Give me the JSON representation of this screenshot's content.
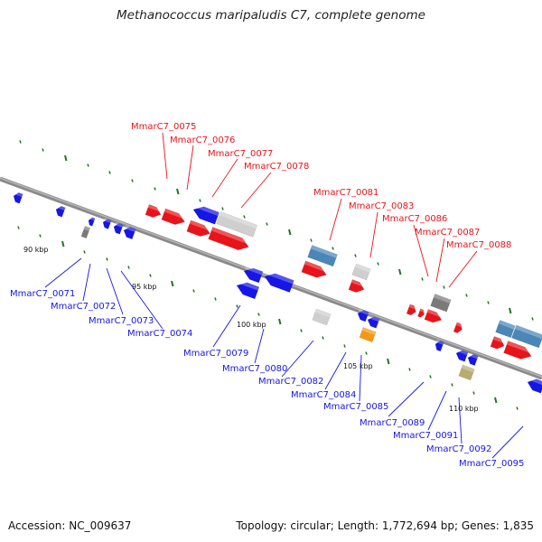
{
  "title": "Methanococcus maripaludis C7, complete genome",
  "footer": {
    "accession": "Accession: NC_009637",
    "topology": "Topology: circular; Length: 1,772,694 bp; Genes: 1,835"
  },
  "colors": {
    "forward": "#e8141a",
    "reverse": "#1616e6",
    "grey": "#7a7a7a",
    "light_grey": "#cfcfcf",
    "steel_blue": "#4a86b8",
    "orange": "#f39a12",
    "khaki": "#b8ac72",
    "tick_green": "#1c7a1c",
    "backbone": "#8a8a8a"
  },
  "scale_labels": [
    "90 kbp",
    "95 kbp",
    "100 kbp",
    "105 kbp",
    "110 kbp"
  ],
  "genes_top": [
    "MmarC7_0075",
    "MmarC7_0076",
    "MmarC7_0077",
    "MmarC7_0078",
    "MmarC7_0081",
    "MmarC7_0083",
    "MmarC7_0086",
    "MmarC7_0087",
    "MmarC7_0088"
  ],
  "genes_bottom": [
    "MmarC7_0071",
    "MmarC7_0072",
    "MmarC7_0073",
    "MmarC7_0074",
    "MmarC7_0079",
    "MmarC7_0080",
    "MmarC7_0082",
    "MmarC7_0084",
    "MmarC7_0085",
    "MmarC7_0089",
    "MmarC7_0091",
    "MmarC7_0092",
    "MmarC7_0095"
  ]
}
